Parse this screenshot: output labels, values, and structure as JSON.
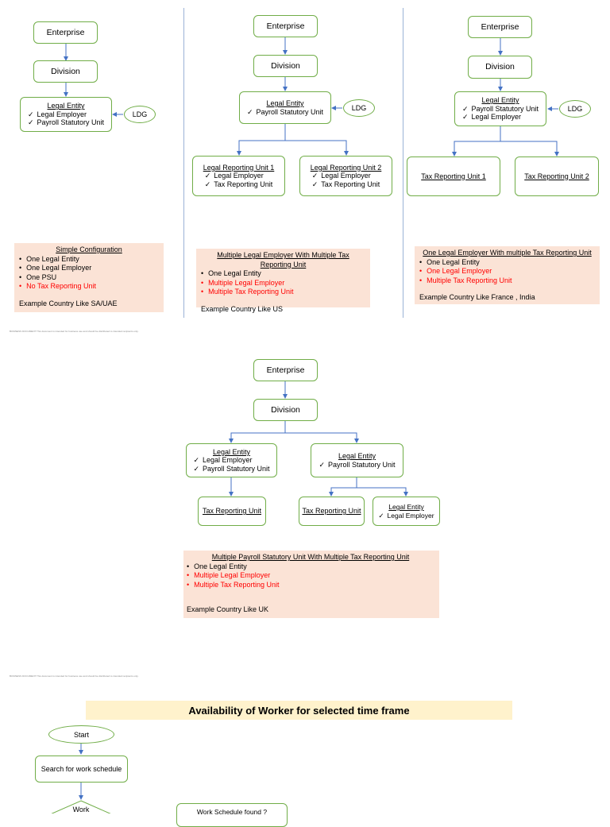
{
  "common": {
    "enterprise": "Enterprise",
    "division": "Division",
    "legal_entity": "Legal Entity",
    "legal_employer": "Legal Employer",
    "payroll_statutory_unit": "Payroll Statutory Unit",
    "tax_reporting_unit": "Tax Reporting Unit",
    "ldg": "LDG"
  },
  "diagram1": {
    "notes": {
      "title": "Simple Configuration",
      "items": [
        "One Legal Entity",
        "One Legal Employer",
        "One PSU"
      ],
      "red_items": [
        "No Tax Reporting Unit"
      ],
      "example": "Example Country Like SA/UAE"
    }
  },
  "diagram2": {
    "lru1_title": "Legal Reporting Unit 1",
    "lru2_title": "Legal Reporting Unit 2",
    "notes": {
      "title": "Multiple Legal Employer With Multiple Tax Reporting Unit",
      "items": [
        "One Legal Entity"
      ],
      "red_items": [
        "Multiple Legal Employer",
        "Multiple Tax Reporting Unit"
      ],
      "example": "Example Country Like US"
    }
  },
  "diagram3": {
    "tru1": "Tax Reporting Unit 1",
    "tru2": "Tax Reporting Unit 2",
    "notes": {
      "title": "One Legal Employer With multiple Tax Reporting Unit",
      "items": [
        "One Legal Entity"
      ],
      "red_items": [
        "One Legal Employer",
        "Multiple Tax Reporting Unit"
      ],
      "example": "Example Country Like France , India"
    }
  },
  "diagram4": {
    "notes": {
      "title": "Multiple Payroll Statutory Unit With Multiple Tax Reporting Unit",
      "items": [
        "One Legal Entity"
      ],
      "red_items": [
        "Multiple Legal Employer",
        "Multiple Tax Reporting Unit"
      ],
      "example": "Example Country Like UK"
    }
  },
  "footer_text": "BUSINESS DOCUMENT  This document is intended for business use and should be distributed to intended recipients only.",
  "flowchart": {
    "title": "Availability of Worker for selected time frame",
    "start": "Start",
    "search": "Search for work schedule",
    "decision": "Work",
    "question": "Work Schedule found ?"
  },
  "colors": {
    "box_border": "#70ad47",
    "arrow": "#4472c4",
    "note_bg": "#fbe3d6",
    "banner_bg": "#fff2cc",
    "red_text": "#ff0000"
  }
}
